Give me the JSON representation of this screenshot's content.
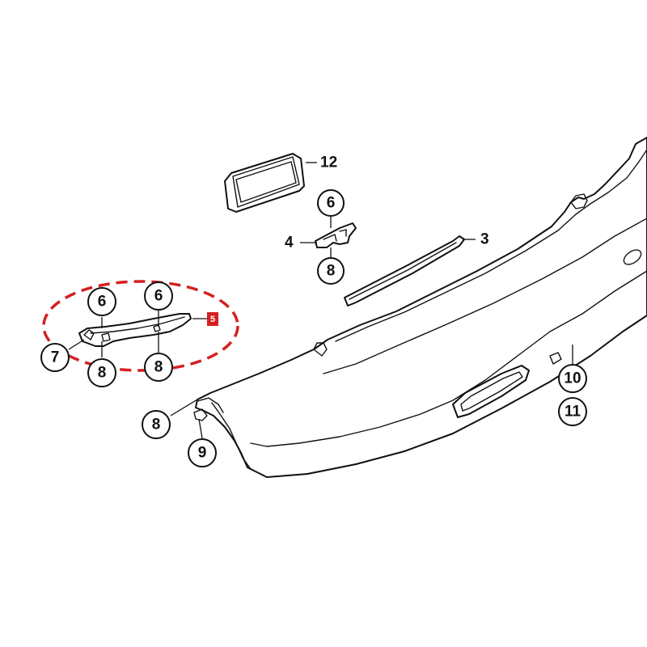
{
  "diagram": {
    "highlight_color": "#d42020",
    "parts": {
      "bumper": "rear-bumper-trim-panel",
      "reflector": "reflector",
      "bracket_left": "bracket",
      "bracket_center": "bracket",
      "guide": "guide-strip",
      "plate_light_seal": "license-plate-light-seal"
    },
    "callouts": {
      "c12": "12",
      "c6_top": "6",
      "c4": "4",
      "c3": "3",
      "c8_top": "8",
      "c6_left": "6",
      "c6_right": "6",
      "c5": "5",
      "c7": "7",
      "c8_left": "8",
      "c8_right": "8",
      "c8_bottom": "8",
      "c9": "9",
      "c10": "10",
      "c11": "11"
    }
  }
}
